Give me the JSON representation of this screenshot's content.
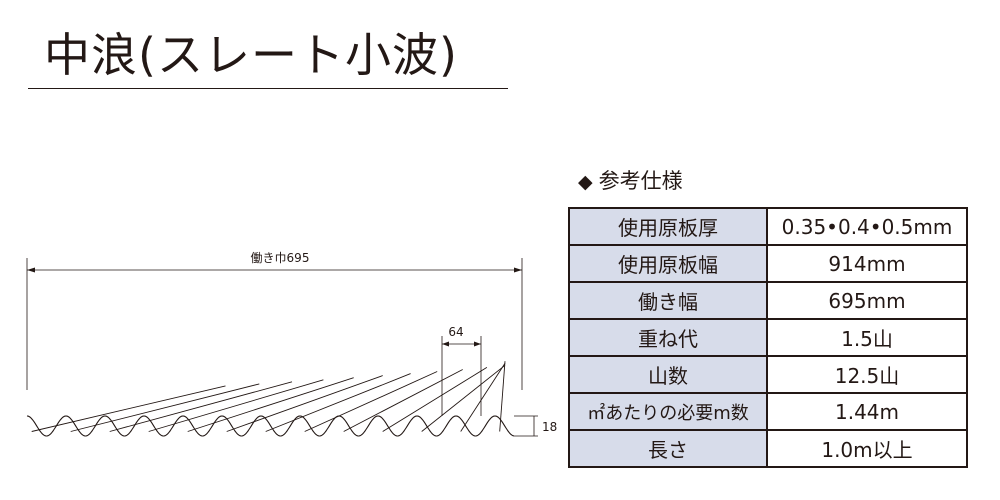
{
  "title": "中浪(スレート小波)",
  "spec": {
    "heading": "参考仕様",
    "rows": [
      {
        "key": "使用原板厚",
        "value": "0.35•0.4•0.5mm"
      },
      {
        "key": "使用原板幅",
        "value": "914mm"
      },
      {
        "key": "働き幅",
        "value": "695mm"
      },
      {
        "key": "重ね代",
        "value": "1.5山"
      },
      {
        "key": "山数",
        "value": "12.5山"
      },
      {
        "key": "㎡あたりの必要m数",
        "value": "1.44m"
      },
      {
        "key": "長さ",
        "value": "1.0m以上"
      }
    ]
  },
  "drawing": {
    "working_width_label": "働き巾695",
    "pitch_label": "64",
    "height_label": "18",
    "pitch_mm": 64,
    "height_mm": 18,
    "crests": 12.5
  },
  "colors": {
    "ink": "#231815",
    "table_key_bg": "#d7dcea"
  }
}
